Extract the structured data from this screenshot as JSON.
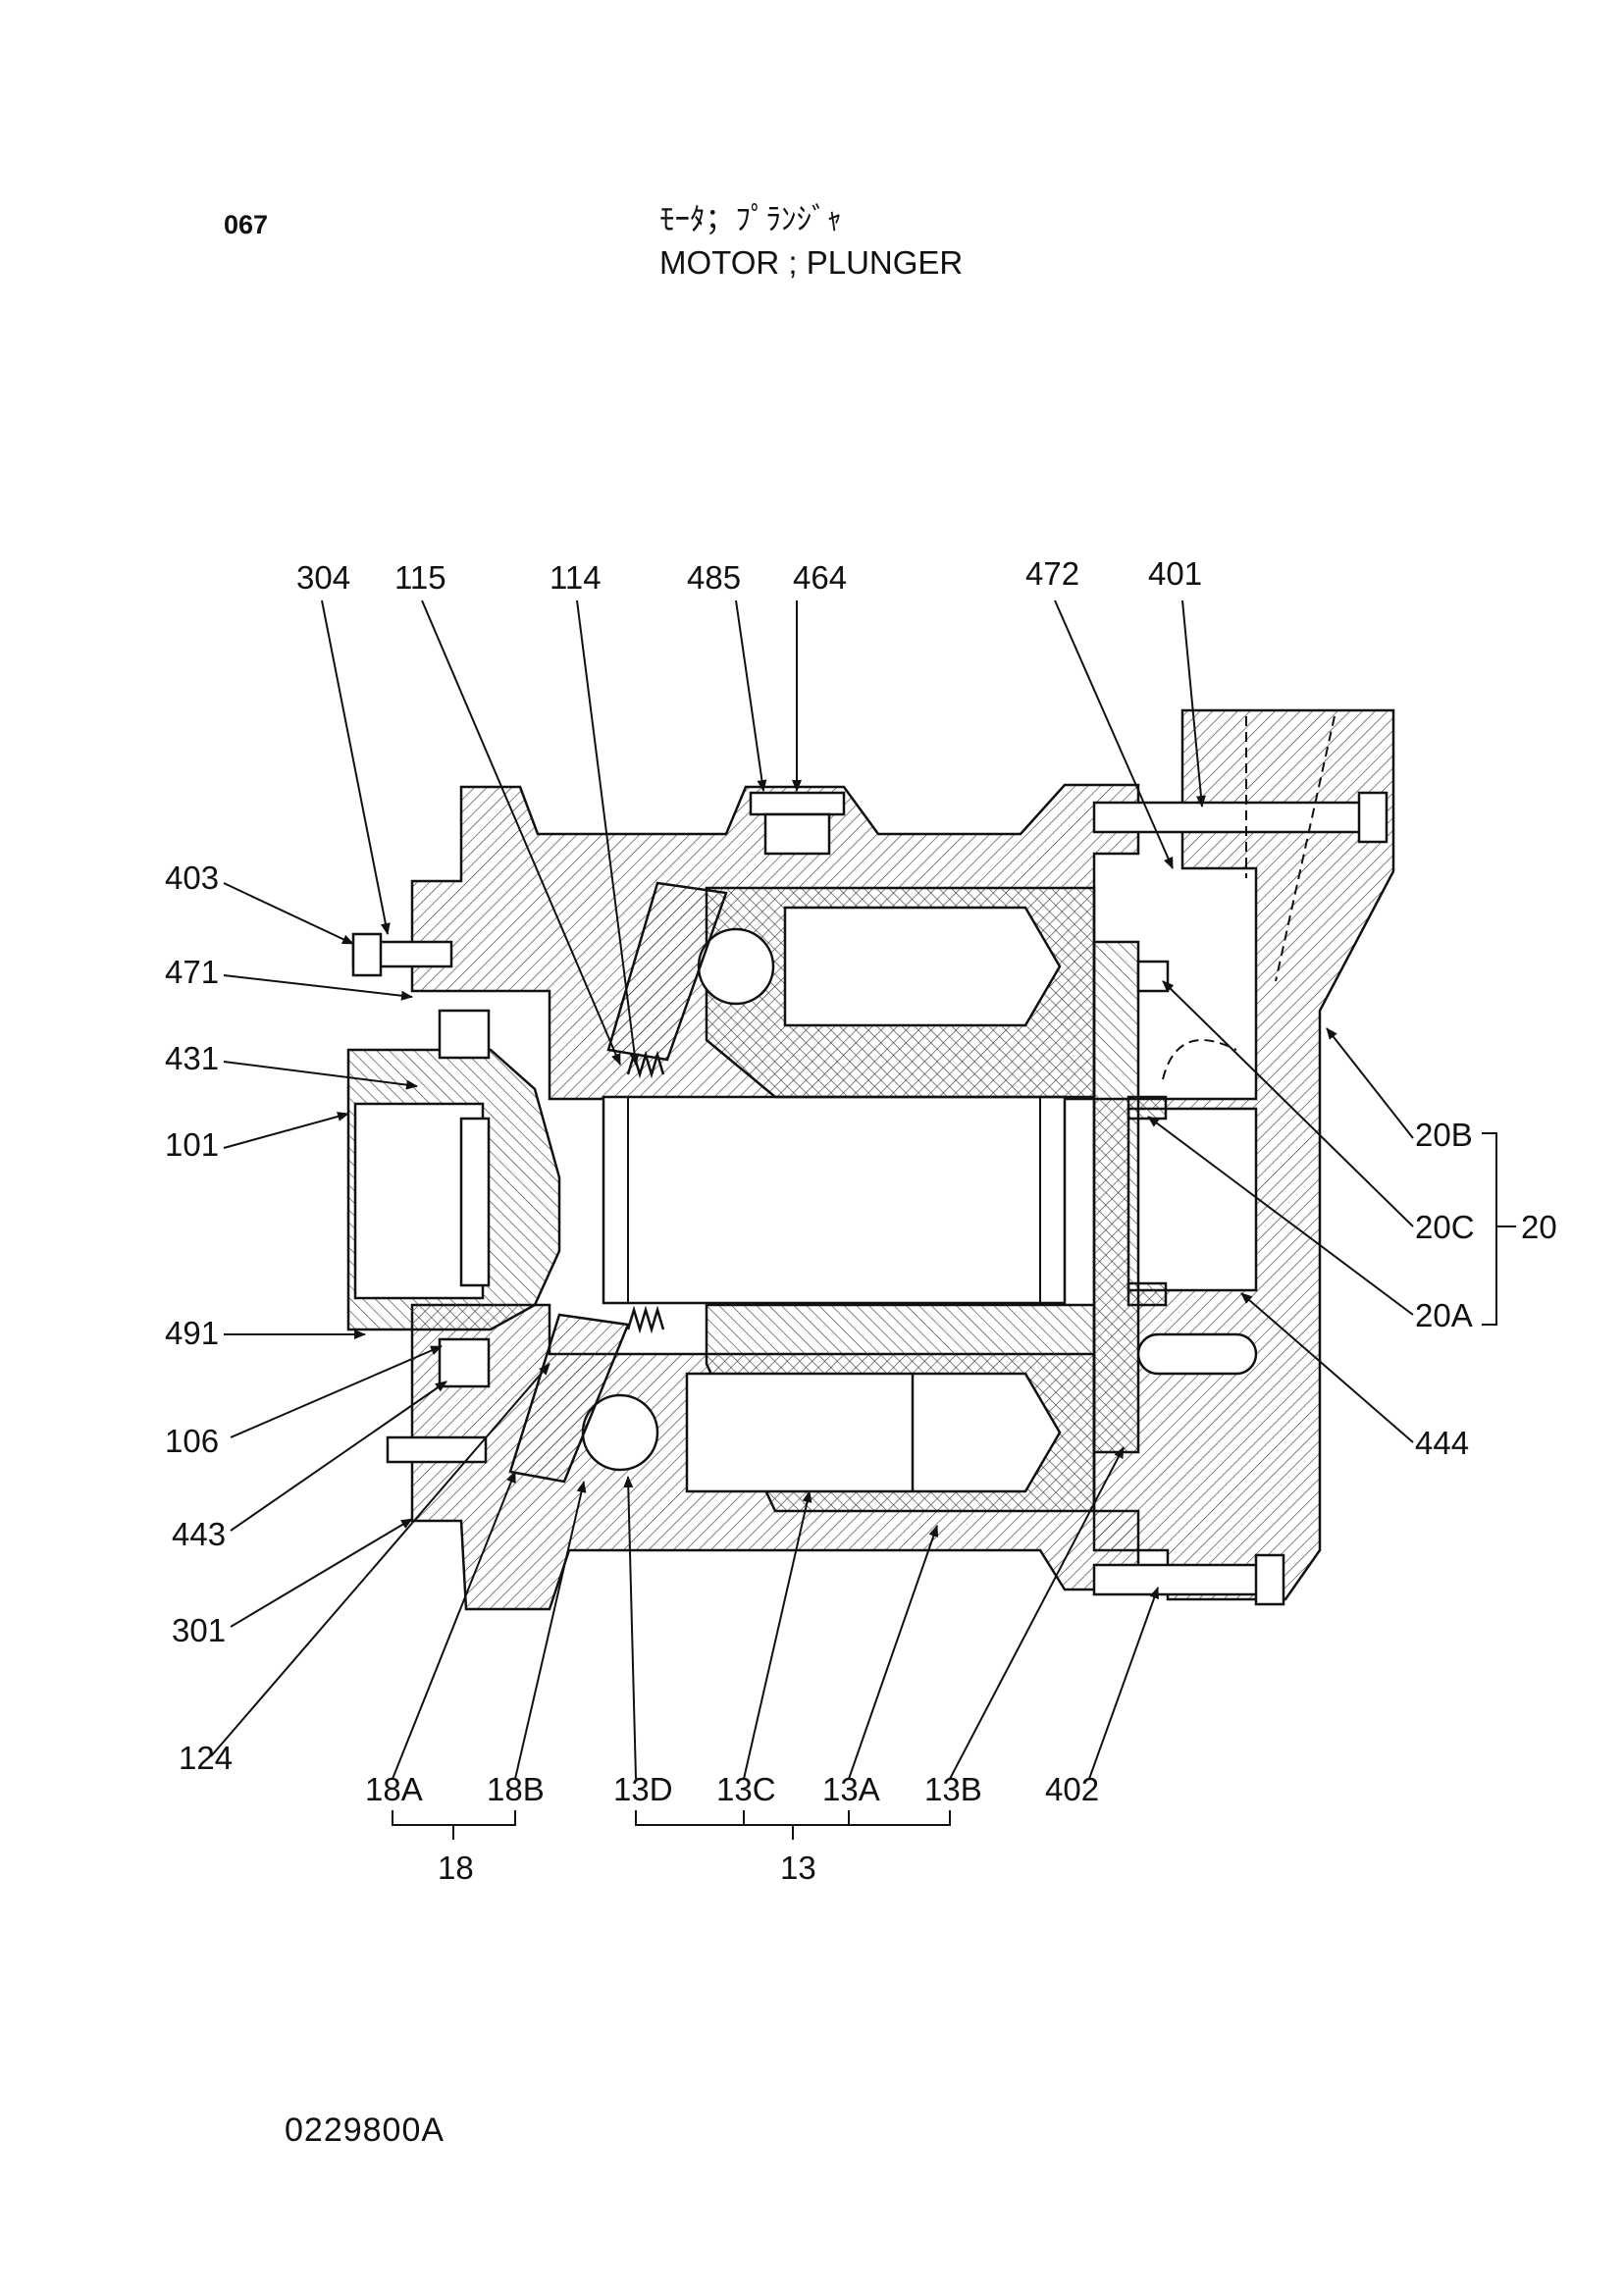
{
  "page_number": "067",
  "title_jp": "ﾓｰﾀ；ﾌﾟﾗﾝｼﾞｬ",
  "title_en": "MOTOR ; PLUNGER",
  "document_code": "0229800A",
  "callouts": {
    "p304": "304",
    "p115": "115",
    "p114": "114",
    "p485": "485",
    "p464": "464",
    "p472": "472",
    "p401": "401",
    "p403": "403",
    "p471": "471",
    "p431": "431",
    "p101": "101",
    "p491": "491",
    "p106": "106",
    "p443": "443",
    "p301": "301",
    "p124": "124",
    "p20B": "20B",
    "p20C": "20C",
    "p20": "20",
    "p20A": "20A",
    "p444": "444",
    "p18A": "18A",
    "p18B": "18B",
    "p18": "18",
    "p13D": "13D",
    "p13C": "13C",
    "p13A": "13A",
    "p13B": "13B",
    "p13": "13",
    "p402": "402"
  }
}
